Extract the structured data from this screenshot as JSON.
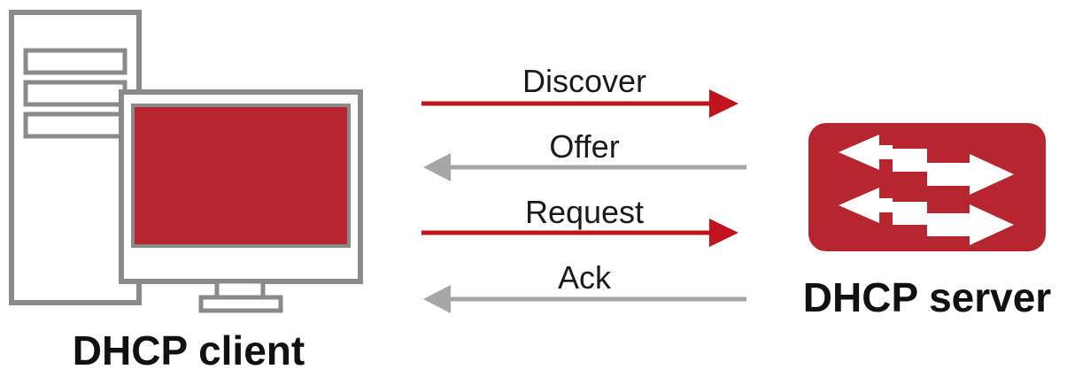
{
  "colors": {
    "accent_red": "#b5262e",
    "device_gray": "#8a8a8a",
    "arrow_gray": "#a6a6a6",
    "text": "#1a1a1a"
  },
  "nodes": {
    "client": {
      "label": "DHCP client",
      "icon": "computer-tower-monitor-icon"
    },
    "server": {
      "label": "DHCP server",
      "icon": "switch-arrows-icon"
    }
  },
  "messages": [
    {
      "label": "Discover",
      "direction": "client-to-server",
      "color": "#c0141c"
    },
    {
      "label": "Offer",
      "direction": "server-to-client",
      "color": "#a6a6a6"
    },
    {
      "label": "Request",
      "direction": "client-to-server",
      "color": "#c0141c"
    },
    {
      "label": "Ack",
      "direction": "server-to-client",
      "color": "#a6a6a6"
    }
  ]
}
